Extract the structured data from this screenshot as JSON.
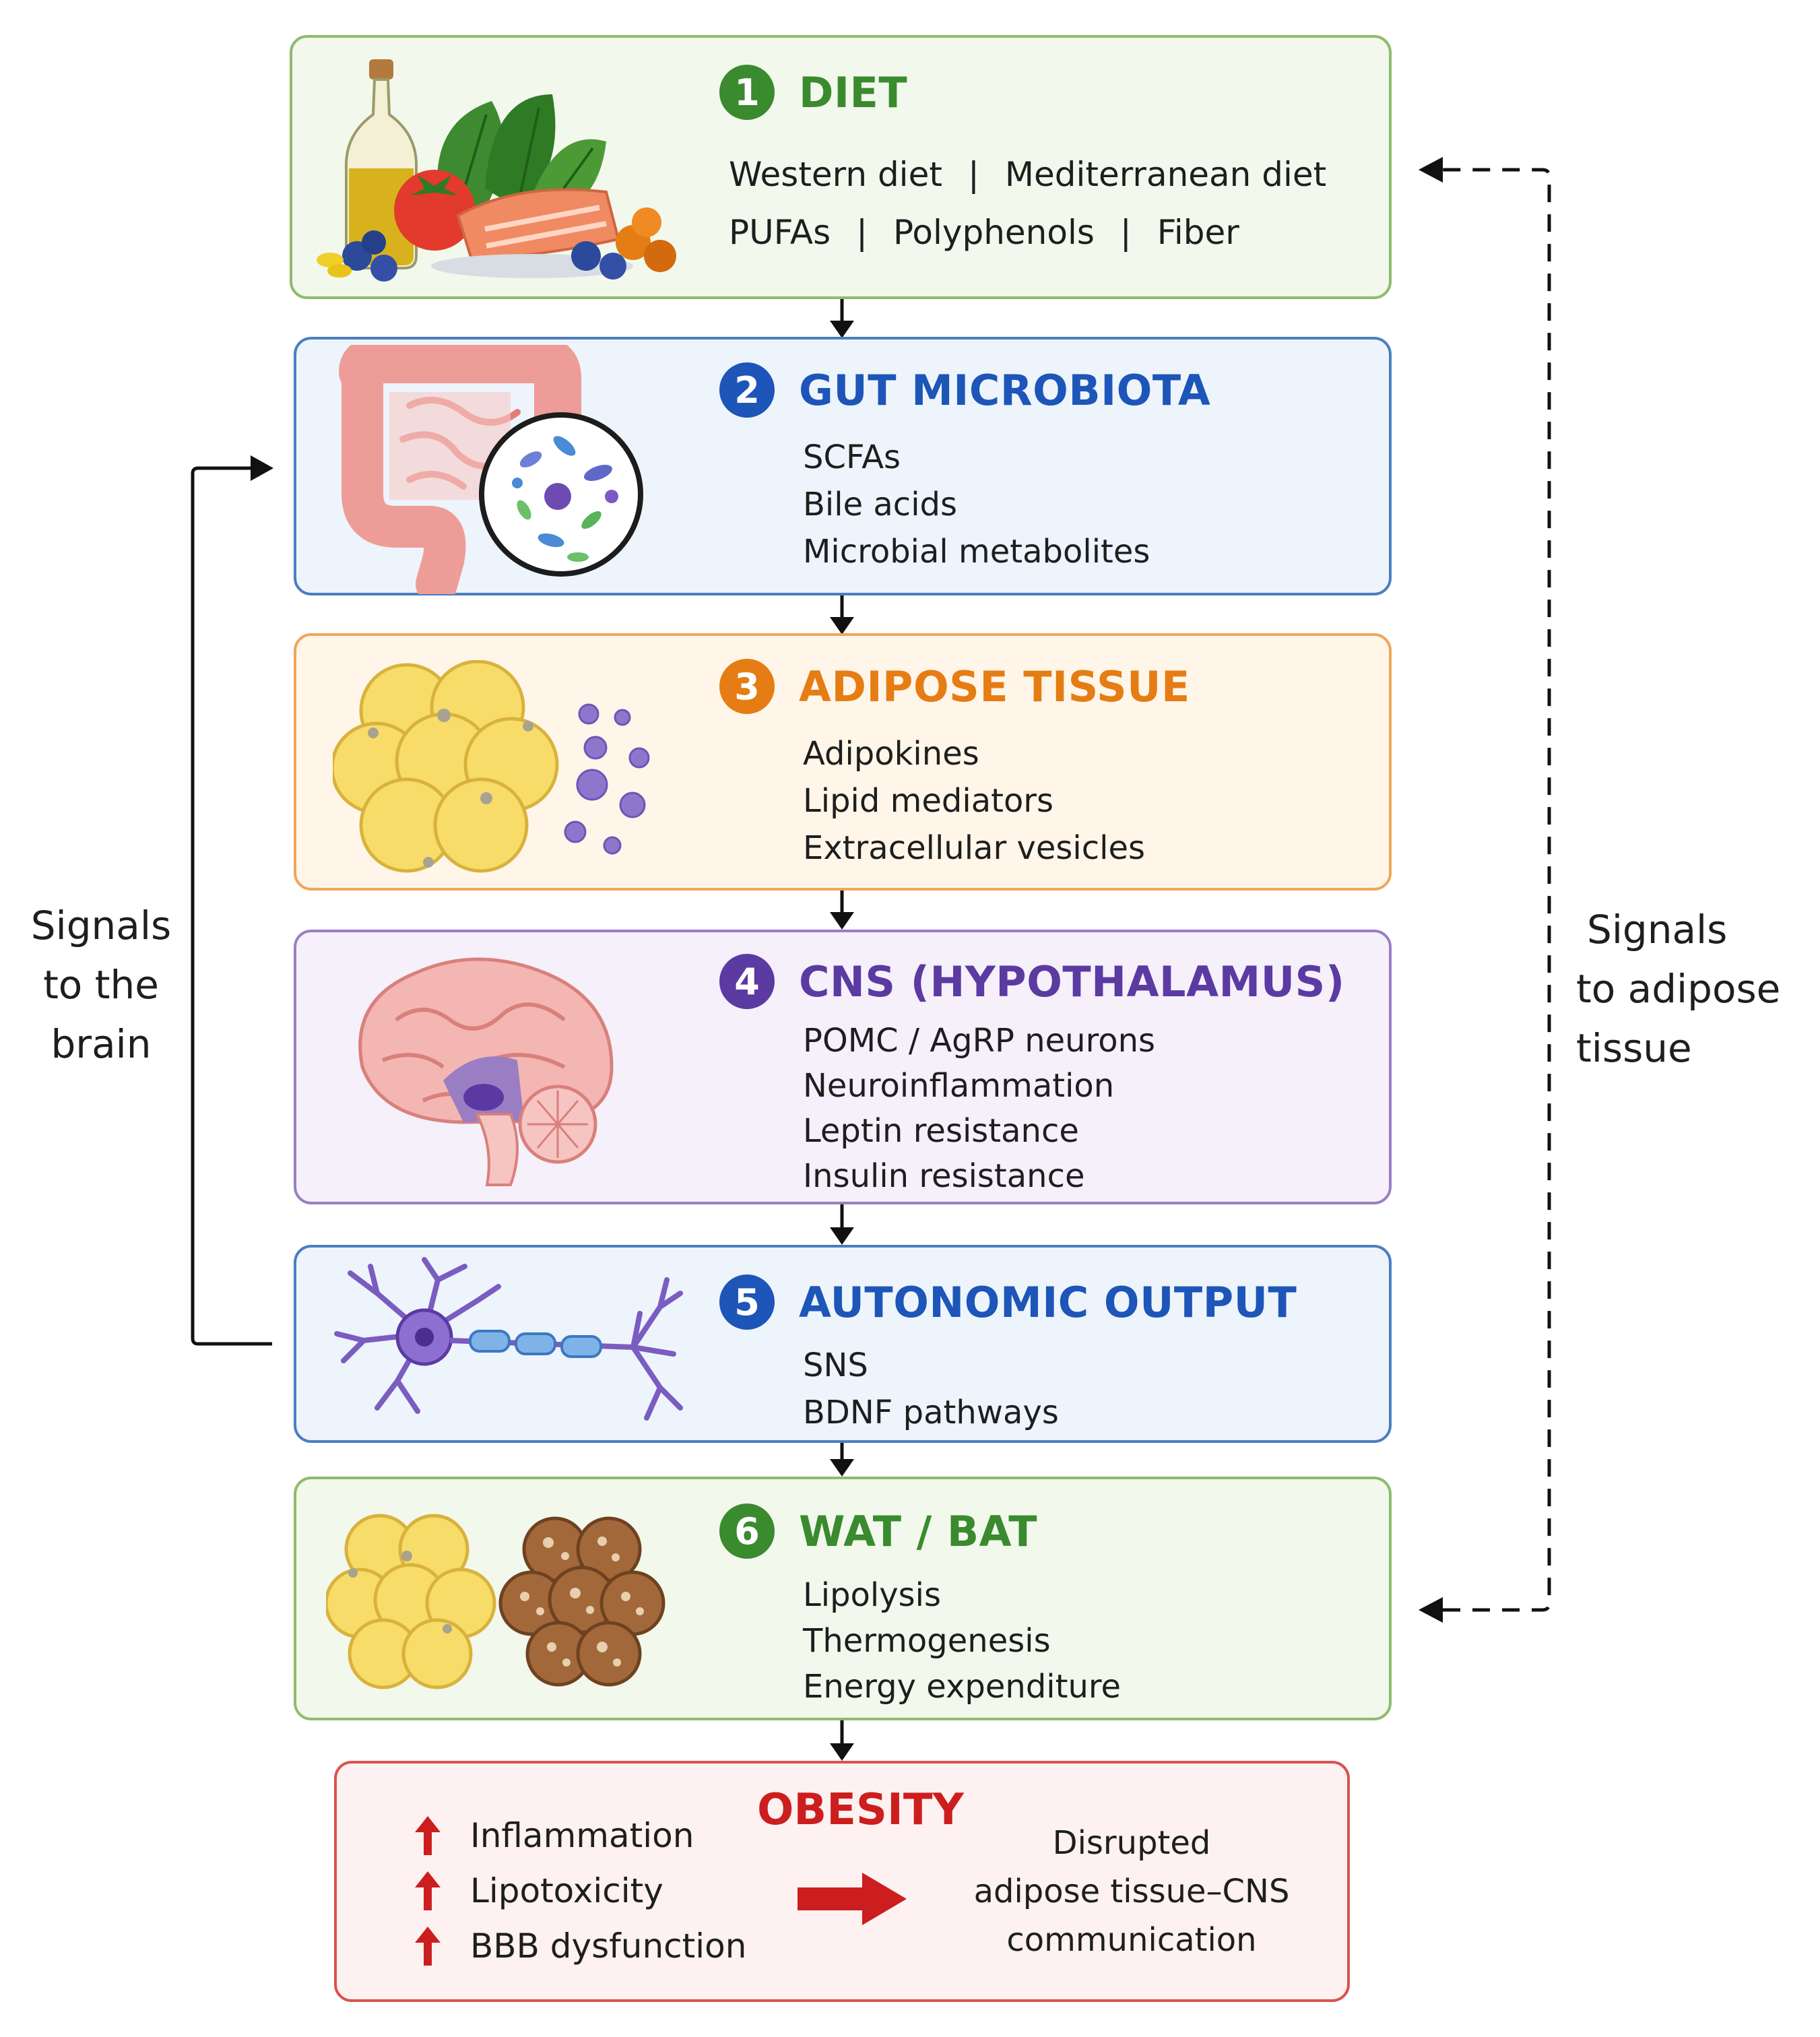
{
  "colors": {
    "green": "#3a8a2e",
    "blue": "#1d55b8",
    "orange": "#e57d14",
    "purple": "#5b3aa2",
    "red": "#cc1e1e"
  },
  "side_labels": {
    "left": [
      "Signals",
      "to the",
      "brain"
    ],
    "right": [
      "Signals",
      "to adipose",
      "tissue"
    ]
  },
  "steps": [
    {
      "number": "1",
      "title": "DIET",
      "illustration": "food-illustration",
      "rows": [
        [
          "Western diet",
          "Mediterranean diet"
        ],
        [
          "PUFAs",
          "Polyphenols",
          "Fiber"
        ]
      ],
      "separator": "|"
    },
    {
      "number": "2",
      "title": "GUT MICROBIOTA",
      "illustration": "intestine-illustration",
      "items": [
        "SCFAs",
        "Bile acids",
        "Microbial metabolites"
      ]
    },
    {
      "number": "3",
      "title": "ADIPOSE TISSUE",
      "illustration": "adipocyte-cluster-illustration",
      "items": [
        "Adipokines",
        "Lipid mediators",
        "Extracellular vesicles"
      ]
    },
    {
      "number": "4",
      "title": "CNS (HYPOTHALAMUS)",
      "illustration": "brain-illustration",
      "items": [
        "POMC / AgRP neurons",
        "Neuroinflammation",
        "Leptin resistance",
        "Insulin resistance"
      ]
    },
    {
      "number": "5",
      "title": "AUTONOMIC OUTPUT",
      "illustration": "neuron-illustration",
      "items": [
        "SNS",
        "BDNF pathways"
      ]
    },
    {
      "number": "6",
      "title": "WAT / BAT",
      "illustration": "white-brown-fat-illustration",
      "items": [
        "Lipolysis",
        "Thermogenesis",
        "Energy expenditure"
      ]
    }
  ],
  "outcome": {
    "title": "OBESITY",
    "increased": [
      "Inflammation",
      "Lipotoxicity",
      "BBB dysfunction"
    ],
    "result": [
      "Disrupted",
      "adipose tissue–CNS",
      "communication"
    ]
  }
}
